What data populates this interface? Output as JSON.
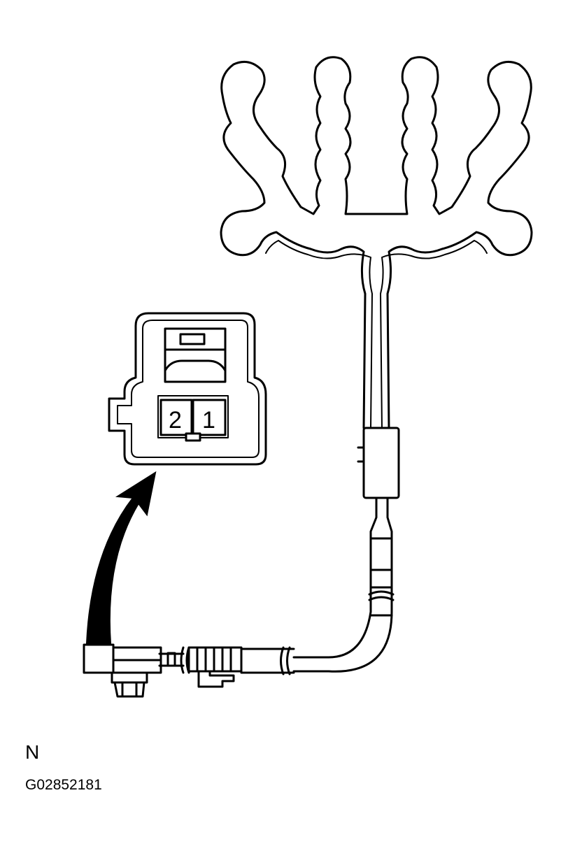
{
  "connector": {
    "pins": [
      "2",
      "1"
    ]
  },
  "caption": {
    "letter": "N",
    "figure_code": "G02852181"
  }
}
